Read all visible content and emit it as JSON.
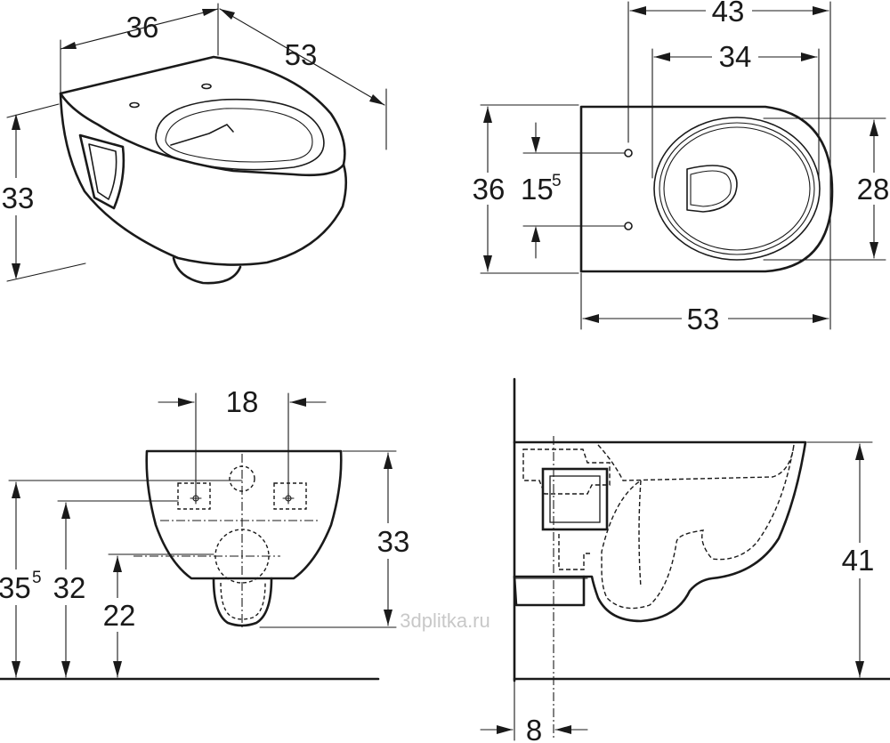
{
  "views": {
    "iso": {
      "width_label": "36",
      "depth_label": "53",
      "height_label": "33"
    },
    "top": {
      "overall_width_label": "43",
      "bowl_width_label": "34",
      "height_label": "36",
      "bolt_spacing_label": "15",
      "bolt_spacing_sup": "5",
      "bowl_depth_label": "28",
      "overall_depth_label": "53"
    },
    "front": {
      "bolt_distance_label": "18",
      "bowl_height_label": "33",
      "top_height_label": "35",
      "top_height_sup": "5",
      "bolt_height_label": "32",
      "outlet_height_label": "22"
    },
    "side": {
      "height_label": "41",
      "outlet_offset_label": "8"
    }
  },
  "watermark": "3dplitka.ru"
}
